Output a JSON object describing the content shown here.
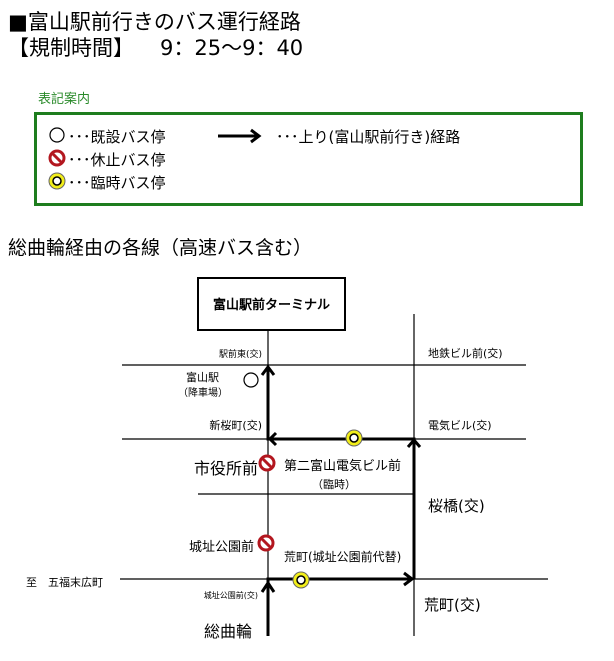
{
  "header": {
    "title": "■富山駅前行きのバス運行経路",
    "period_label": "【規制時間】",
    "period_value": "9：25〜9：40"
  },
  "legend": {
    "title": "表記案内",
    "items": [
      {
        "icon": "white-circle-icon",
        "label": "･･･既設バス停"
      },
      {
        "icon": "no-entry-icon",
        "label": "･･･休止バス停"
      },
      {
        "icon": "yellow-ring-icon",
        "label": "･･･臨時バス停"
      },
      {
        "icon": "arrow-right-icon",
        "label": "･･･上り(富山駅前行き)経路"
      }
    ],
    "colors": {
      "border": "#1e7d1e",
      "title": "#2a8a2a"
    }
  },
  "section_title": "総曲輪経由の各線（高速バス含む）",
  "map": {
    "terminal": "富山駅前ターミナル",
    "intersections": {
      "ekimae_higashi": "駅前東(交)",
      "chitetsu_biru": "地鉄ビル前(交)",
      "shinsakuramachi": "新桜町(交)",
      "denki_biru": "電気ビル(交)",
      "sakurabashi": "桜橋(交)",
      "joshi_koen": "城址公園前(交)",
      "aramachi": "荒町(交)"
    },
    "stops": {
      "toyama_eki": "富山駅",
      "toyama_eki_sub": "（降車場）",
      "shiyakusho": "市役所前",
      "daini_denki": "第二富山電気ビル前",
      "daini_denki_sub": "（臨時）",
      "joshi_koen_mae": "城址公園前",
      "aramachi_alt": "荒町(城址公園前代替)"
    },
    "to_gofuku": "至　五福末広町",
    "origin": "総曲輪",
    "colors": {
      "stop_red": "#b3171f",
      "stop_yellow": "#f2ee1a"
    }
  }
}
